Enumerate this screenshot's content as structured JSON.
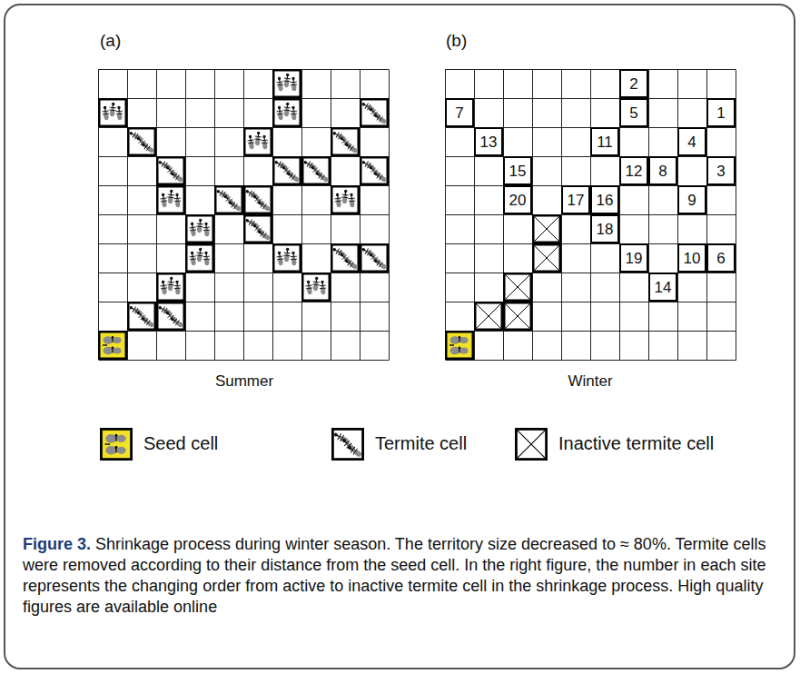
{
  "diagram": {
    "caption": "Figure 3. Shrinkage process during winter season. The territory size decreased to ≈ 80%. Termite cells were removed according to their distance from the seed cell. In the right figure, the number in each site represents the changing order from active to inactive termite cell in the shrinkage process. High quality figures are available online",
    "nodes": [
      {
        "text": [
          "2"
        ]
      },
      {
        "text": [
          "7"
        ]
      },
      {
        "text": [
          "5"
        ]
      },
      {
        "text": [
          "1"
        ]
      },
      {
        "text": [
          "13"
        ]
      },
      {
        "text": [
          "11"
        ]
      },
      {
        "text": [
          "4"
        ]
      },
      {
        "text": [
          "15"
        ]
      },
      {
        "text": [
          "12"
        ]
      },
      {
        "text": [
          "8"
        ]
      },
      {
        "text": [
          "3"
        ]
      },
      {
        "text": [
          "20"
        ]
      },
      {
        "text": [
          "17"
        ]
      },
      {
        "text": [
          "16"
        ]
      },
      {
        "text": [
          "9"
        ]
      },
      {
        "text": [
          "18"
        ]
      },
      {
        "text": [
          "19"
        ]
      },
      {
        "text": [
          "10"
        ]
      },
      {
        "text": [
          "6"
        ]
      },
      {
        "text": [
          "14"
        ]
      }
    ],
    "labels": [
      "(a)",
      "(b)",
      "Summer",
      "Winter"
    ],
    "legend": [
      {
        "text": "Seed cell"
      },
      {
        "text": "Termite cell"
      },
      {
        "text": "Inactive termite cell"
      }
    ]
  }
}
